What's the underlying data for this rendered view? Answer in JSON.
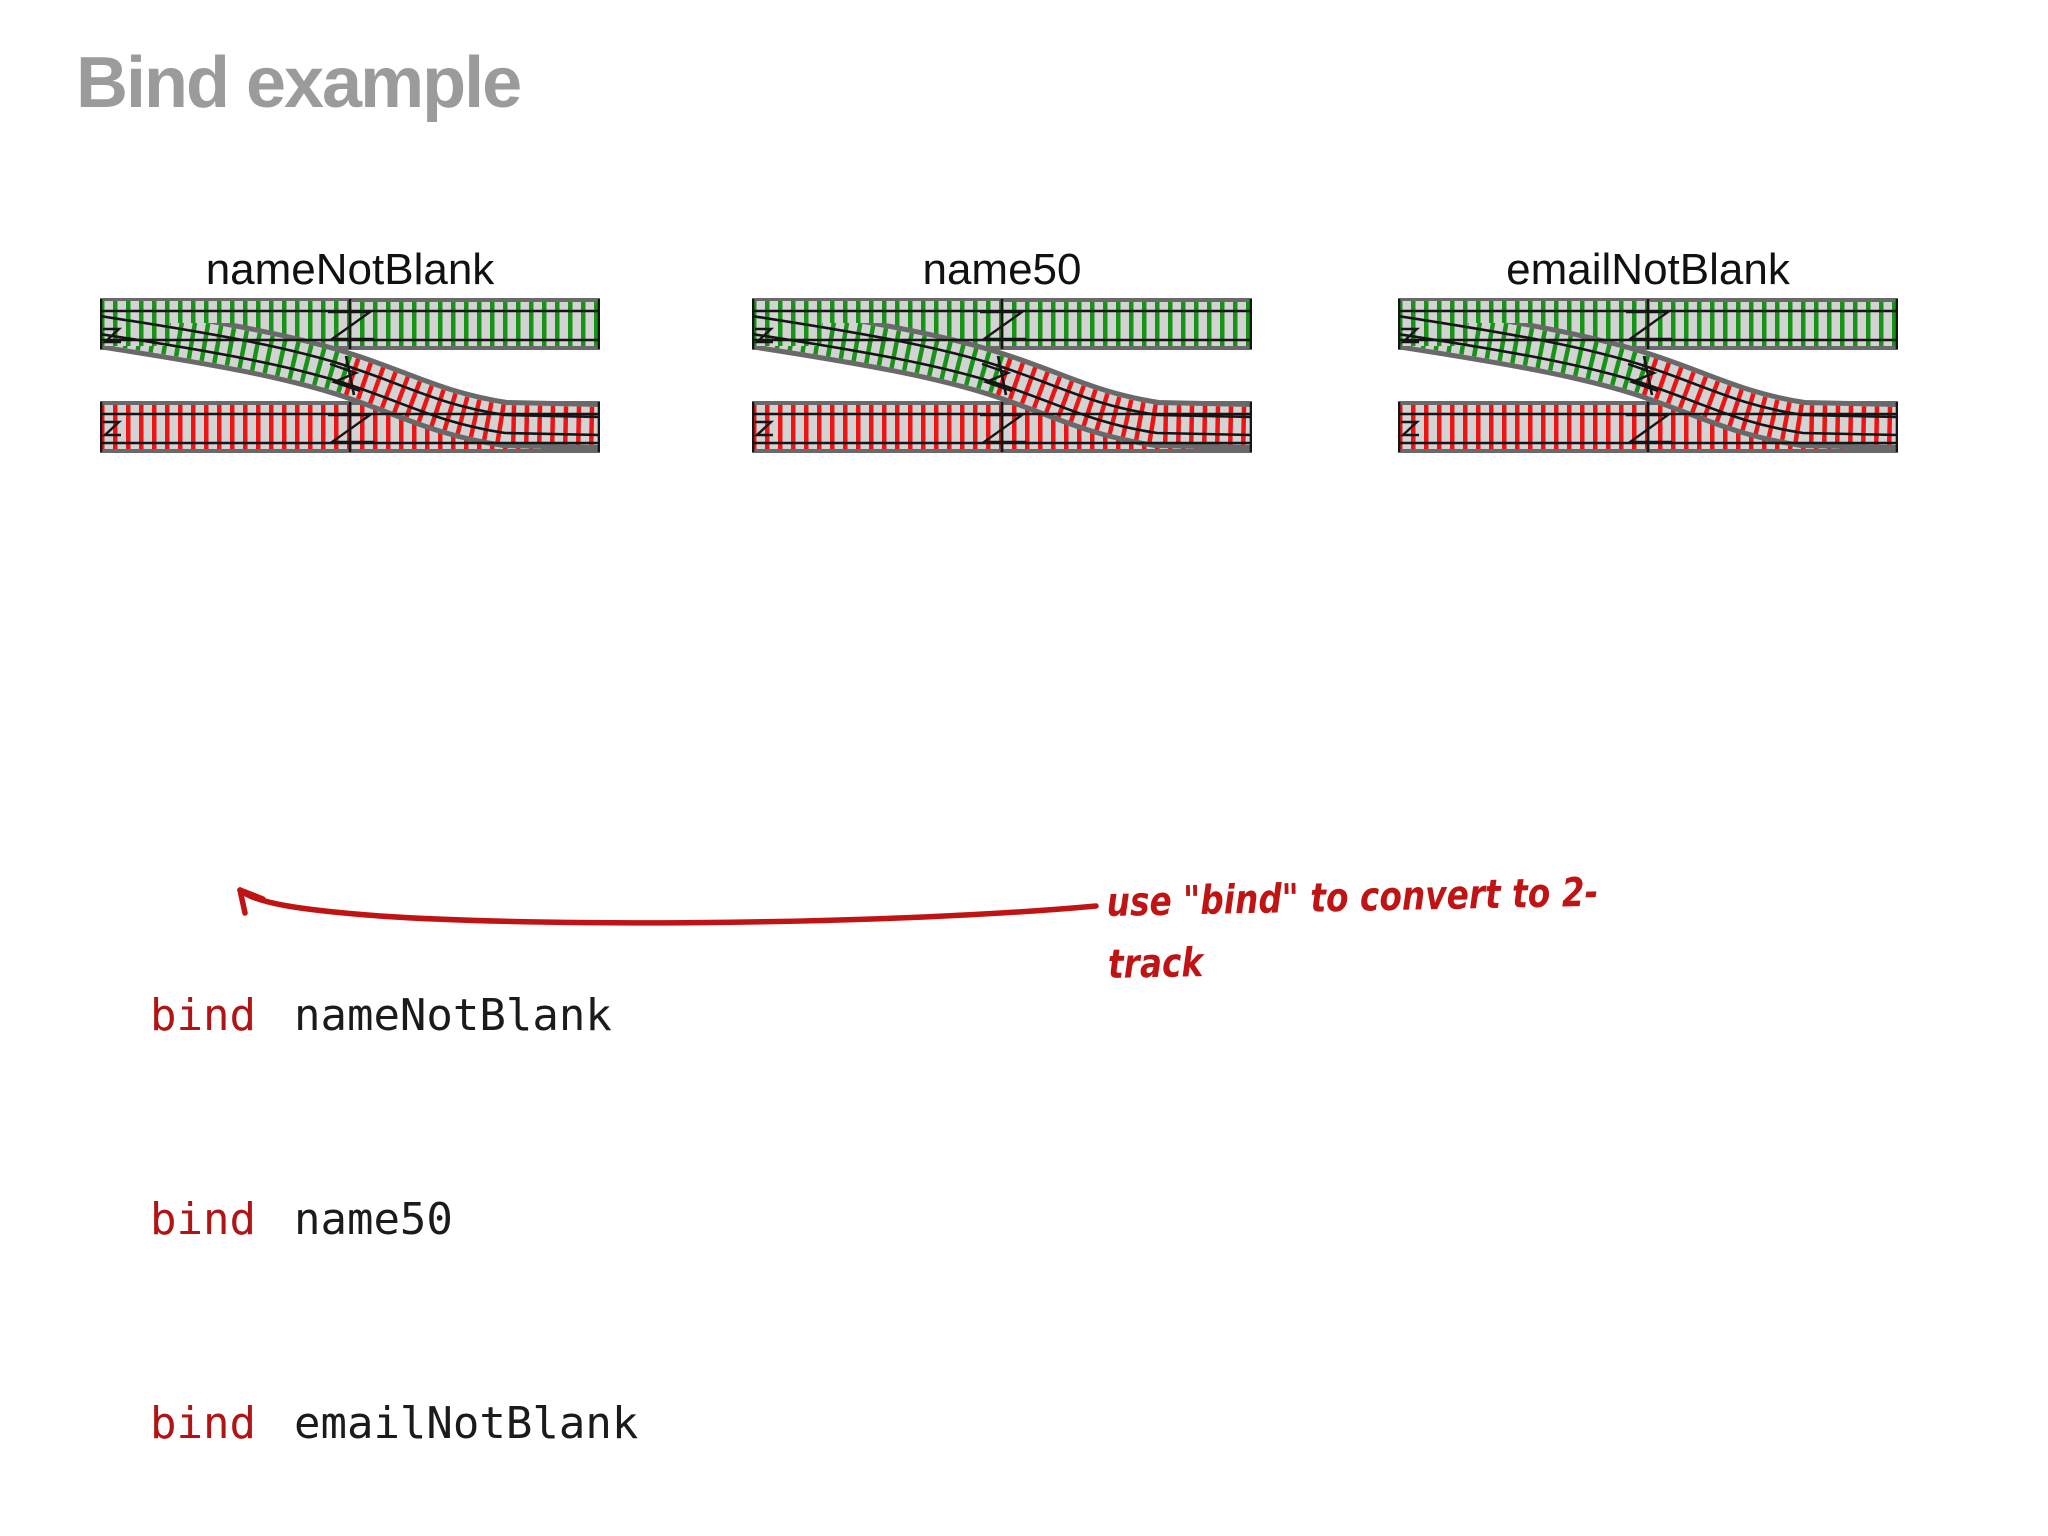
{
  "slide": {
    "title": "Bind example"
  },
  "colors": {
    "title_gray": "#9b9b9b",
    "track_green": "#169416",
    "track_red": "#ee1414",
    "roadbed": "#696969",
    "ballast": "#d3d3d3",
    "rail": "#151515",
    "code_keyword": "#b01414",
    "code_text": "#1b1b1b",
    "annotation_red": "#c01414"
  },
  "diagrams": [
    {
      "label": "nameNotBlank"
    },
    {
      "label": "name50"
    },
    {
      "label": "emailNotBlank"
    }
  ],
  "code": {
    "lines": [
      {
        "keyword": "bind",
        "argument": "nameNotBlank"
      },
      {
        "keyword": "bind",
        "argument": "name50"
      },
      {
        "keyword": "bind",
        "argument": "emailNotBlank"
      }
    ]
  },
  "annotation": {
    "line1": "use \"bind\" to convert to 2-",
    "line2": "track"
  }
}
